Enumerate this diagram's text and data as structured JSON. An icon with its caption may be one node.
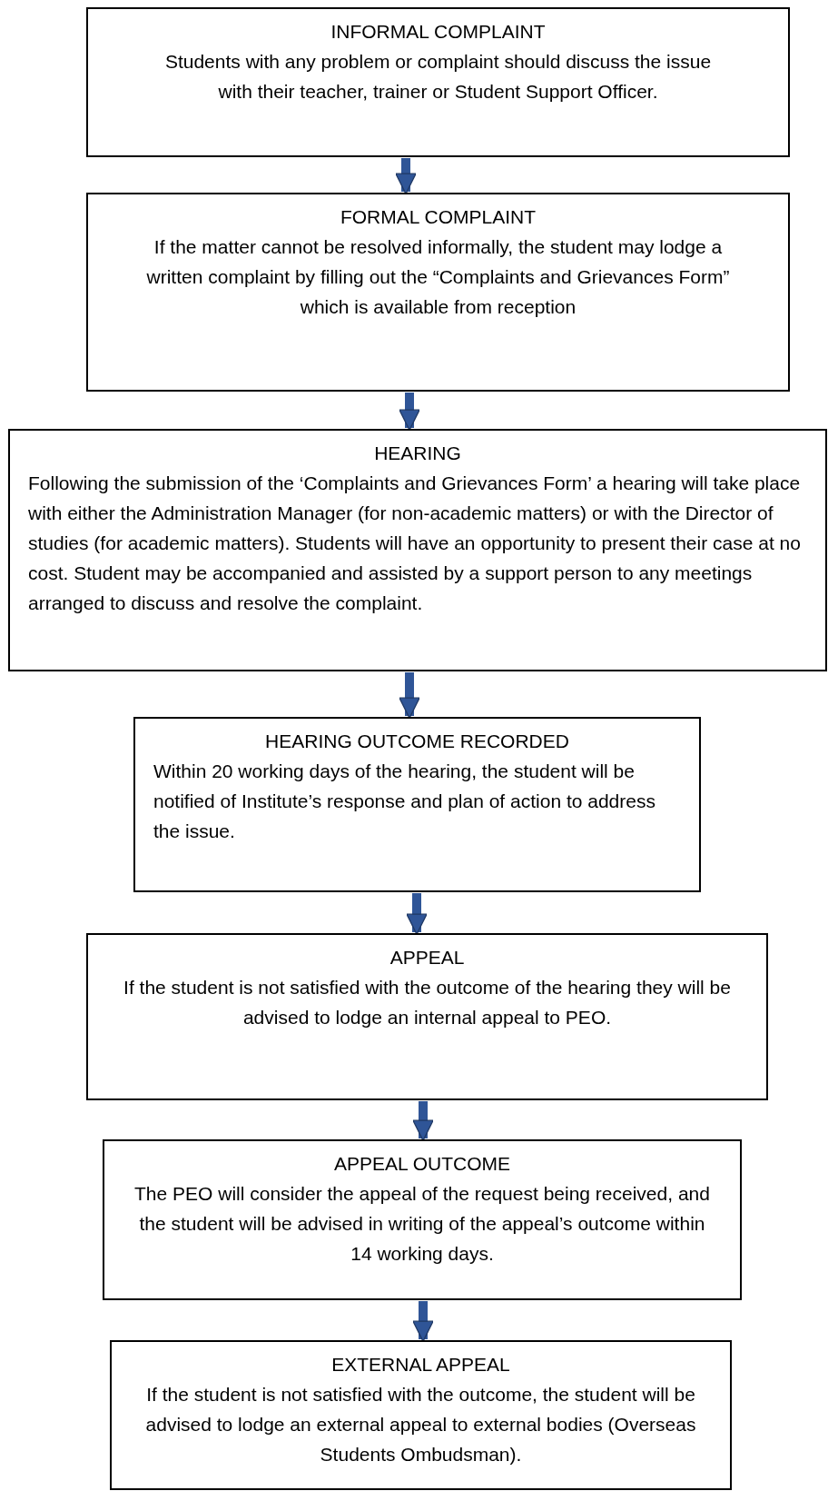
{
  "diagram": {
    "nodes": [
      {
        "text": [
          "INFORMAL COMPLAINT",
          "Students with any problem or complaint should discuss the issue with their teacher, trainer or Student Support Officer."
        ]
      },
      {
        "text": [
          "FORMAL COMPLAINT",
          "If the matter cannot be resolved informally, the student may lodge a written complaint by filling out the “Complaints and Grievances Form” which is available from reception"
        ]
      },
      {
        "text": [
          "HEARING",
          "Following the submission of the ‘Complaints and Grievances Form’ a hearing will take place with either the Administration Manager (for non-academic matters) or with the Director of studies (for academic matters). Students will have an opportunity to present their case at no cost. Student may be accompanied and assisted by a support person to any meetings arranged to discuss and resolve the complaint."
        ]
      },
      {
        "text": [
          "HEARING OUTCOME RECORDED",
          "Within 20 working days of the hearing, the student will be notified of Institute’s response and plan of action to address the issue."
        ]
      },
      {
        "text": [
          "APPEAL",
          "If the student is not satisfied with the outcome of the hearing they will be advised to lodge an internal appeal to PEO."
        ]
      },
      {
        "text": [
          "APPEAL OUTCOME",
          "The PEO will consider the appeal of the request being received, and the student will be advised in writing of the appeal’s outcome within 14 working days."
        ]
      },
      {
        "text": [
          "EXTERNAL APPEAL",
          "If the student is not satisfied with the outcome, the student will be advised to lodge an external appeal to external bodies (Overseas Students Ombudsman)."
        ]
      }
    ],
    "edges": [
      {
        "from": 0,
        "to": 1,
        "arrow": "to"
      },
      {
        "from": 1,
        "to": 2,
        "arrow": "to"
      },
      {
        "from": 2,
        "to": 3,
        "arrow": "to"
      },
      {
        "from": 3,
        "to": 4,
        "arrow": "to"
      },
      {
        "from": 4,
        "to": 5,
        "arrow": "to"
      },
      {
        "from": 5,
        "to": 6,
        "arrow": "to"
      }
    ]
  }
}
